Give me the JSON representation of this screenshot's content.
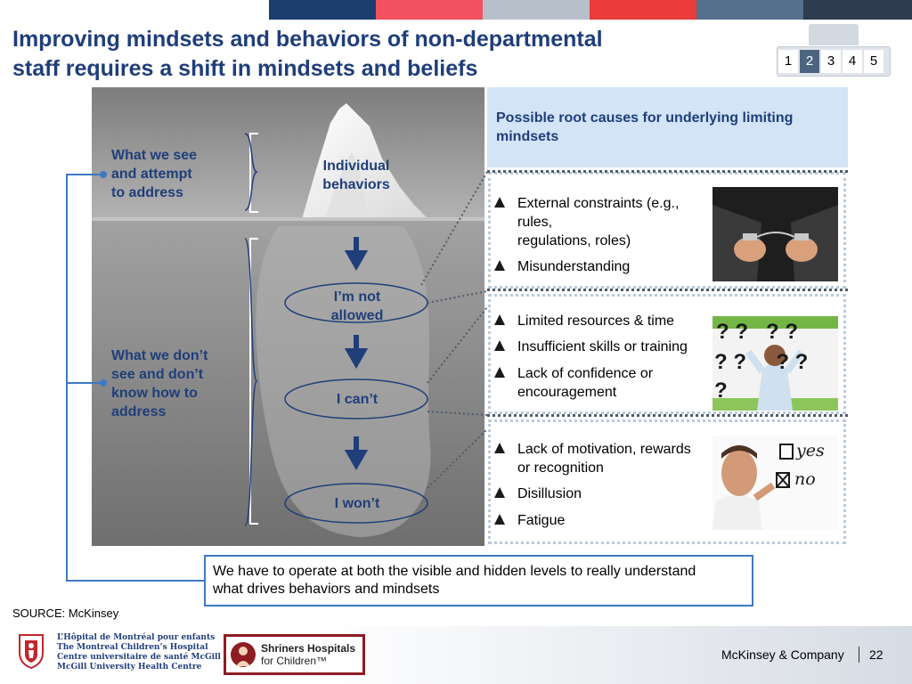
{
  "colors": {
    "title": "#1f3e7a",
    "strip": [
      "#1c3e6e",
      "#f25260",
      "#b7c0ca",
      "#ea3b3b",
      "#55708d",
      "#2d3d4f"
    ],
    "callout_border": "#3e78c4",
    "pager_active": "#4c6480",
    "panel_header": "#d3e4f6"
  },
  "title": {
    "line1": "Improving mindsets and behaviors of non-departmental",
    "line2": "staff requires a shift in mindsets and beliefs"
  },
  "pager": {
    "pages": [
      "1",
      "2",
      "3",
      "4",
      "5"
    ],
    "active": "2"
  },
  "iceberg": {
    "visible_label": [
      "What we see",
      "and attempt",
      "to address"
    ],
    "visible_item": [
      "Individual",
      "behaviors"
    ],
    "hidden_label": [
      "What we don’t",
      "see and don’t",
      "know how to",
      "address"
    ],
    "levels": [
      {
        "lines": [
          "I’m not",
          "allowed"
        ]
      },
      {
        "lines": [
          "I can’t"
        ]
      },
      {
        "lines": [
          "I won’t"
        ]
      }
    ]
  },
  "root_causes": {
    "header": "Possible root causes for underlying limiting mindsets",
    "groups": [
      {
        "bullets": [
          [
            "External constraints  (e.g.,",
            "rules,",
            "regulations, roles)"
          ],
          [
            "Misunderstanding"
          ]
        ],
        "photo": "handcuffed-hands-photo"
      },
      {
        "bullets": [
          [
            "Limited resources & time"
          ],
          [
            "Insufficient skills or training"
          ],
          [
            "Lack of confidence or",
            "encouragement"
          ]
        ],
        "photo": "question-marks-photo"
      },
      {
        "bullets": [
          [
            "Lack of motivation, rewards",
            "or recognition"
          ],
          [
            "Disillusion"
          ],
          [
            "Fatigue"
          ]
        ],
        "photo": "yes-no-checkbox-photo",
        "photo_text": {
          "yes": "yes",
          "no": "no"
        }
      }
    ]
  },
  "callout": {
    "line1": "We have to operate at both the visible and hidden levels to really understand",
    "line2": "what drives behaviors and mindsets"
  },
  "source": "SOURCE: McKinsey",
  "footer": {
    "hospital1": [
      "L’Hôpital de Montréal pour enfants",
      "The Montreal Children’s Hospital",
      "Centre universitaire de santé McGill",
      "McGill University Health Centre"
    ],
    "hospital2": {
      "line1": "Shriners Hospitals",
      "line2": "for Children™"
    },
    "company": "McKinsey & Company",
    "page": "22"
  }
}
